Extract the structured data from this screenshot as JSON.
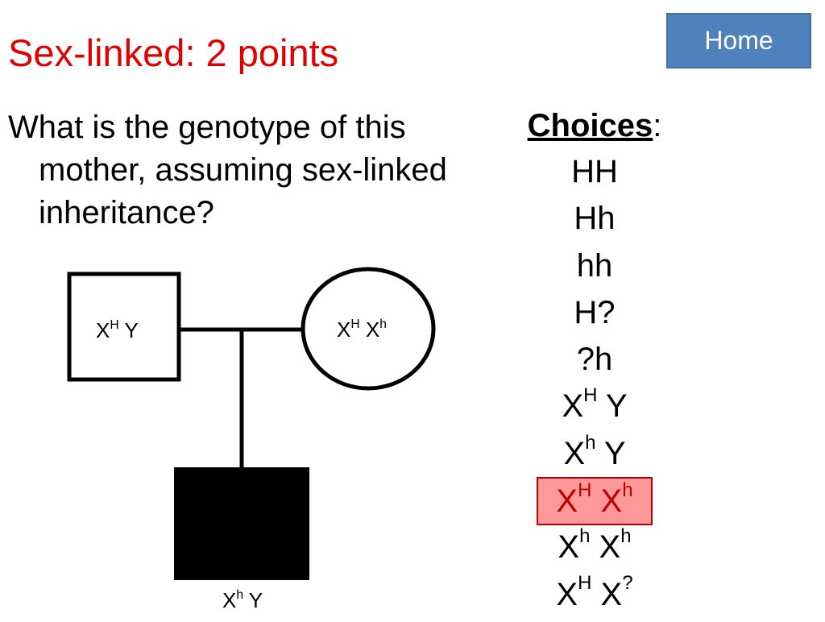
{
  "slide": {
    "title": "Sex-linked: 2 points",
    "home_button": "Home",
    "question": "What is the genotype of this mother, assuming sex-linked inheritance?"
  },
  "colors": {
    "title": "#e00000",
    "home_button_fill": "#4f81bd",
    "home_button_border": "#41719c",
    "highlight_fill": "#ff9999",
    "highlight_text": "#c00000"
  },
  "pedigree": {
    "father": {
      "base": "X",
      "sup": "H",
      "rest": " Y"
    },
    "mother": {
      "base": "X",
      "sup": "H",
      "rest": " X",
      "sup2": "h"
    },
    "son": {
      "base": "X",
      "sup": "h",
      "rest": " Y"
    }
  },
  "choices": {
    "heading": "Choices",
    "heading_suffix": ":",
    "items": [
      {
        "a": "HH"
      },
      {
        "a": "Hh"
      },
      {
        "a": "hh"
      },
      {
        "a": "H?"
      },
      {
        "a": "?h"
      },
      {
        "a": "X",
        "s1": "H",
        "b": " Y"
      },
      {
        "a": "X",
        "s1": "h",
        "b": " Y"
      },
      {
        "a": "X",
        "s1": "H",
        "b": " X",
        "s2": "h",
        "selected": true
      },
      {
        "a": "X",
        "s1": "h",
        "b": " X",
        "s2": "h"
      },
      {
        "a": "X",
        "s1": "H",
        "b": " X",
        "s2": "?"
      }
    ]
  }
}
